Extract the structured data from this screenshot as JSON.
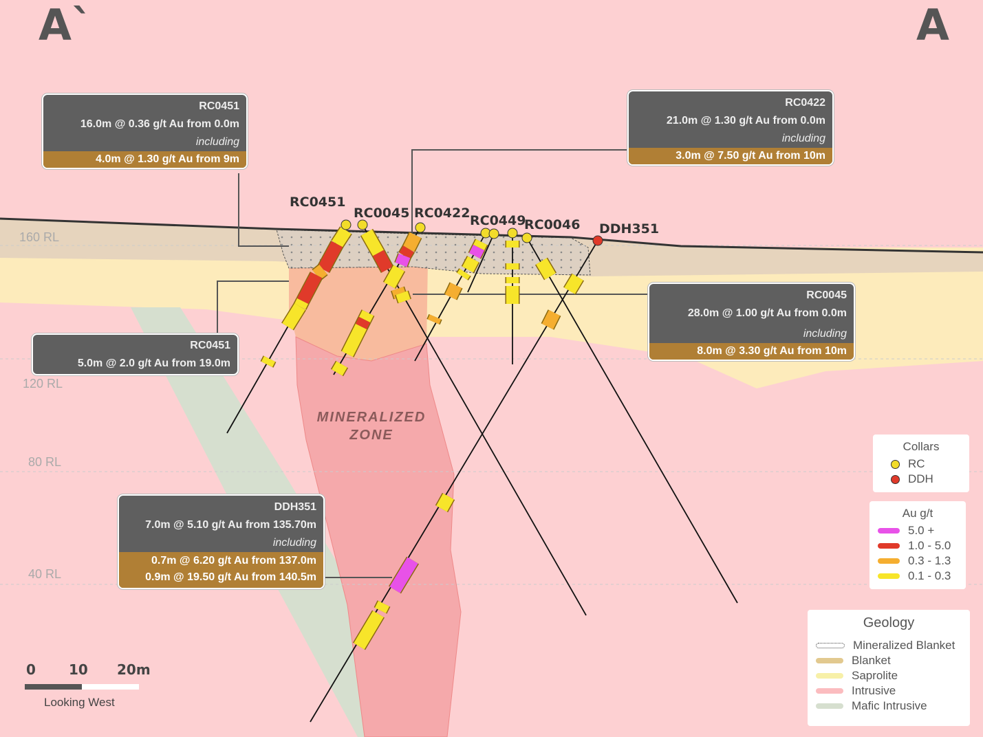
{
  "corners": {
    "left": "A`",
    "right": "A"
  },
  "rl_labels": [
    "160 RL",
    "120 RL",
    "80 RL",
    "40 RL"
  ],
  "holes": [
    "RC0451",
    "RC0045",
    "RC0422",
    "RC0449",
    "RC0046",
    "DDH351"
  ],
  "zone_label": [
    "MINERALIZED",
    "ZONE"
  ],
  "callouts": {
    "rc0451_top": {
      "hole": "RC0451",
      "line": "16.0m @ 0.36 g/t Au from 0.0m",
      "including": "including",
      "highlight": "4.0m @ 1.30 g/t Au from 9m"
    },
    "rc0422": {
      "hole": "RC0422",
      "line": "21.0m @ 1.30 g/t Au from 0.0m",
      "including": "including",
      "highlight": "3.0m @ 7.50 g/t Au from 10m"
    },
    "rc0045": {
      "hole": "RC0045",
      "line": "28.0m @ 1.00 g/t Au from 0.0m",
      "including": "including",
      "highlight": "8.0m @ 3.30 g/t Au from 10m"
    },
    "rc0451_low": {
      "hole": "RC0451",
      "line": "5.0m @ 2.0 g/t Au from 19.0m"
    },
    "ddh351": {
      "hole": "DDH351",
      "line": "7.0m @ 5.10 g/t Au from 135.70m",
      "including": "including",
      "highlight1": "0.7m @ 6.20 g/t Au from 137.0m",
      "highlight2": "0.9m @ 19.50 g/t Au from 140.5m"
    }
  },
  "legend_collars": {
    "title": "Collars",
    "items": [
      {
        "label": "RC",
        "color": "#f2dc2a"
      },
      {
        "label": "DDH",
        "color": "#e03a2a"
      }
    ]
  },
  "legend_grade": {
    "title": "Au g/t",
    "items": [
      {
        "label": "5.0 +",
        "color": "#e852e8"
      },
      {
        "label": "1.0 - 5.0",
        "color": "#e03a2a"
      },
      {
        "label": "0.3 - 1.3",
        "color": "#f5ae30"
      },
      {
        "label": "0.1 - 0.3",
        "color": "#f7e52a"
      }
    ]
  },
  "legend_geology": {
    "title": "Geology",
    "items": [
      {
        "label": "Mineralized Blanket",
        "color": "#ffffff"
      },
      {
        "label": "Blanket",
        "color": "#e2c98f"
      },
      {
        "label": "Saprolite",
        "color": "#f7f0a8"
      },
      {
        "label": "Intrusive",
        "color": "#fbbcbf"
      },
      {
        "label": "Mafic Intrusive",
        "color": "#d6dfcf"
      }
    ]
  },
  "scale": {
    "ticks": [
      "0",
      "10",
      "20m"
    ],
    "note": "Looking West"
  }
}
